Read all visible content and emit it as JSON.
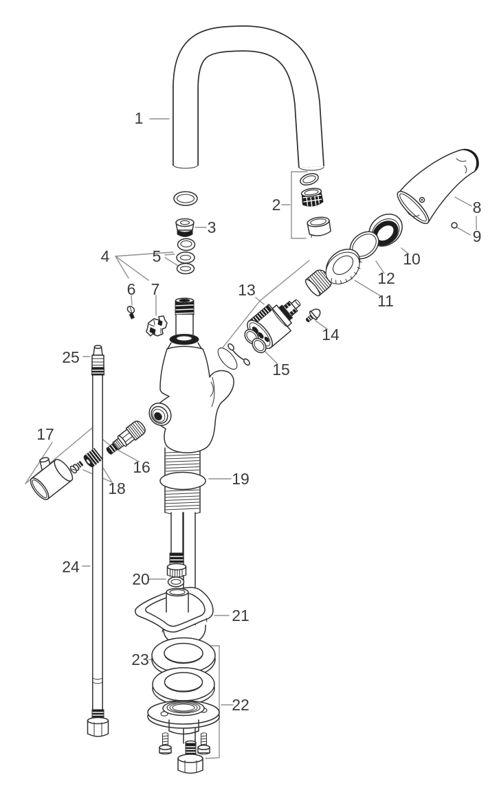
{
  "colors": {
    "leader_line": "#8f8f8f",
    "ink": "#2f2f2f",
    "dark_fill": "#1d1d1d",
    "background": "#ffffff",
    "label_text": "#3a3a3a"
  },
  "part_labels": [
    "1",
    "2",
    "3",
    "4",
    "5",
    "6",
    "7",
    "8",
    "9",
    "10",
    "11",
    "12",
    "13",
    "14",
    "15",
    "16",
    "17",
    "18",
    "19",
    "20",
    "21",
    "22",
    "23",
    "24",
    "25"
  ]
}
